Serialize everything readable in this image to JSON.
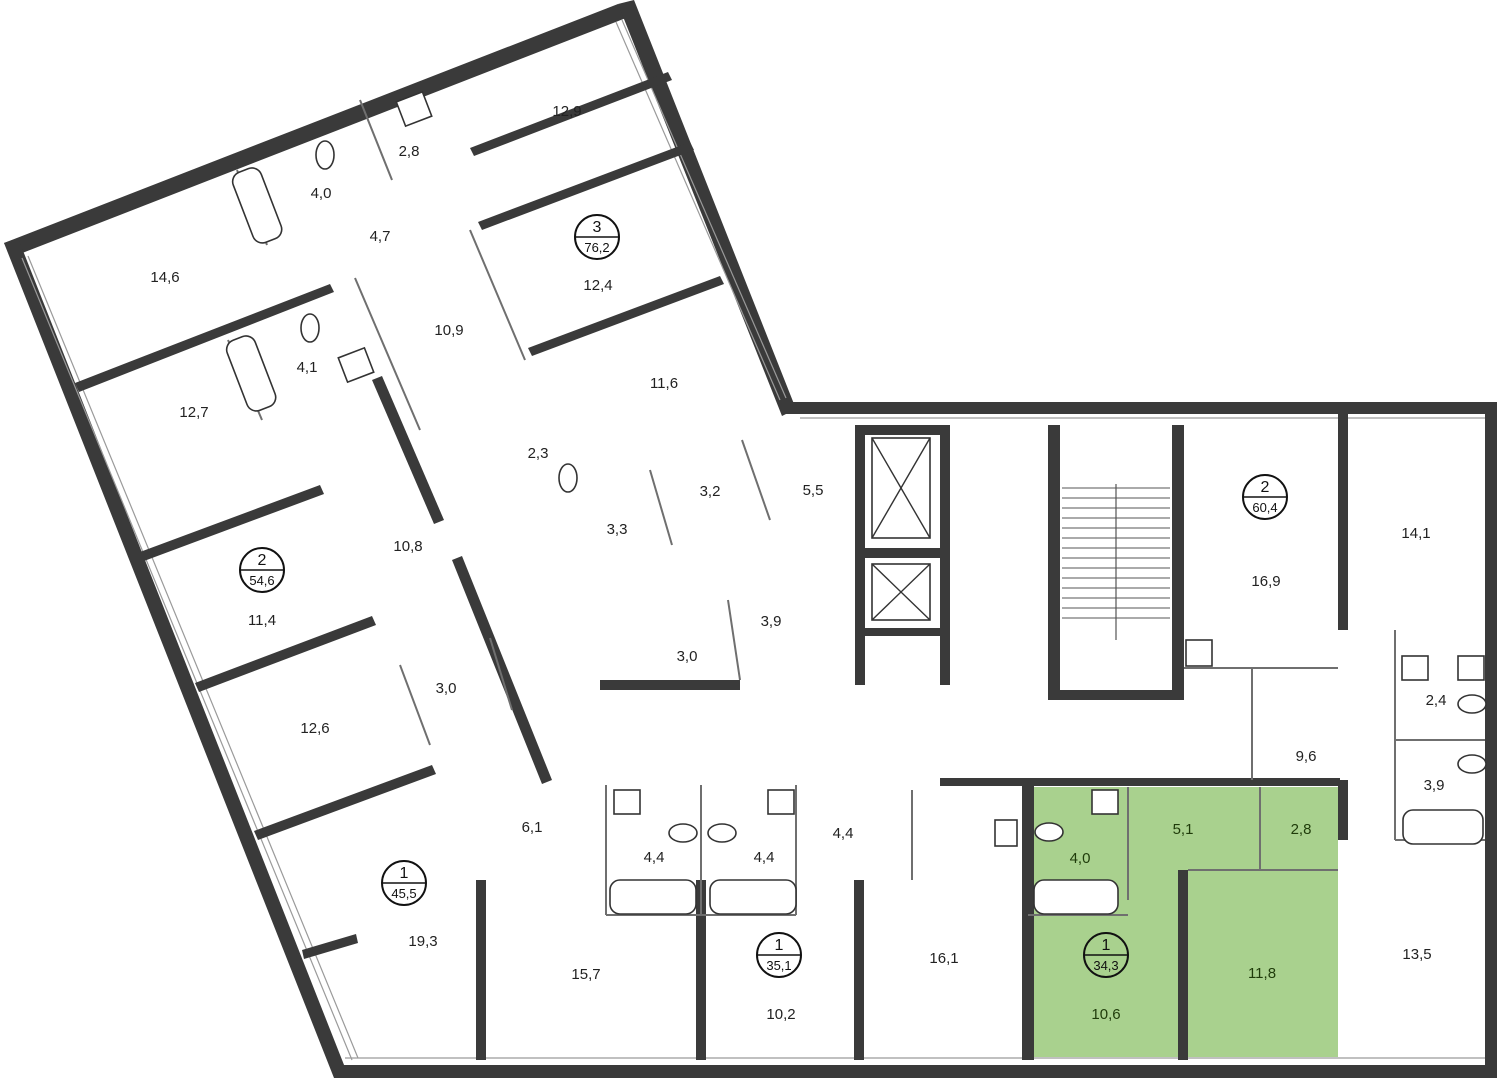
{
  "colors": {
    "highlight": "#a9d18e",
    "wall": "#3a3a3a",
    "background": "#ffffff"
  },
  "units": [
    {
      "rooms_count": "3",
      "area": "76,2"
    },
    {
      "rooms_count": "2",
      "area": "54,6"
    },
    {
      "rooms_count": "1",
      "area": "45,5"
    },
    {
      "rooms_count": "1",
      "area": "35,1"
    },
    {
      "rooms_count": "1",
      "area": "34,3",
      "selected": true
    },
    {
      "rooms_count": "2",
      "area": "60,4"
    }
  ],
  "rooms": [
    "12,9",
    "2,8",
    "4,0",
    "4,7",
    "14,6",
    "12,4",
    "10,9",
    "4,1",
    "11,6",
    "12,7",
    "2,3",
    "3,2",
    "5,5",
    "3,3",
    "10,8",
    "11,4",
    "3,9",
    "3,0",
    "3,0",
    "12,6",
    "6,1",
    "4,4",
    "4,4",
    "4,4",
    "19,3",
    "15,7",
    "10,2",
    "16,1",
    "16,9",
    "14,1",
    "2,4",
    "9,6",
    "3,9",
    "5,1",
    "2,8",
    "4,0",
    "10,6",
    "11,8",
    "13,5"
  ],
  "icons": {
    "elevator": "elevator-shaft-icon",
    "stairs": "staircase-icon",
    "bathtub": "bathtub-icon",
    "toilet": "toilet-icon",
    "sink": "sink-icon",
    "door": "door-swing-icon"
  }
}
